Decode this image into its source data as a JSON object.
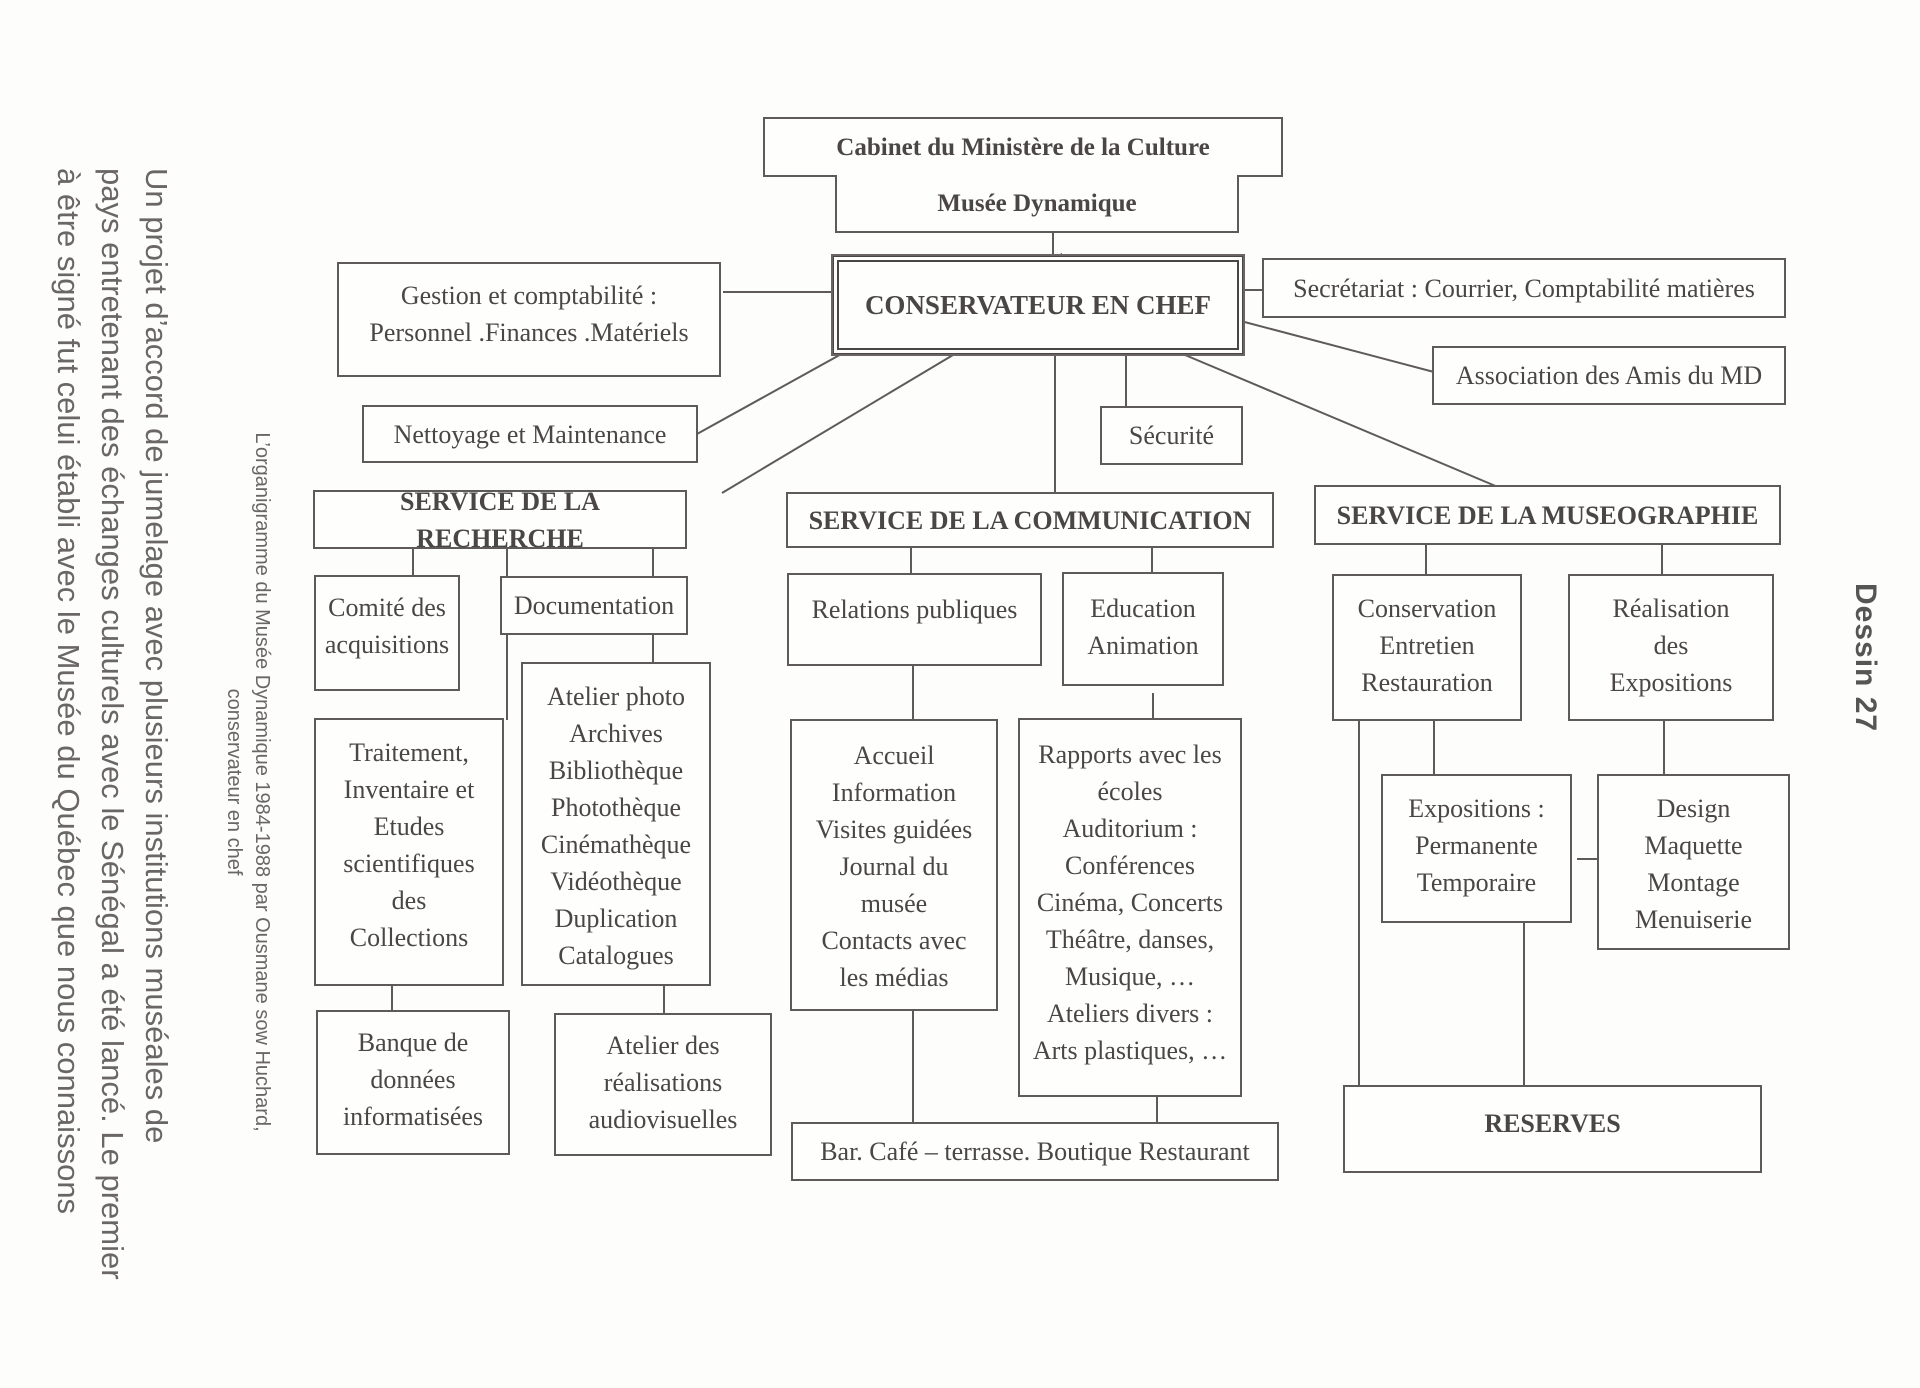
{
  "body_text": {
    "lines": [
      "Un projet d’accord de jumelage avec plusieurs institutions muséales de",
      "pays entretenant des échanges culturels avec le Sénégal a été lancé. Le premier",
      "à être signé fut celui établi avec le Musée du Québec que nous connaissons"
    ]
  },
  "caption": {
    "line1": "L’organigramme du Musée Dynamique 1984-1988 par Ousmane sow Huchard,",
    "line2": "conservateur en chef"
  },
  "figure_label": "Dessin 27",
  "org_chart": {
    "top": {
      "cabinet": "Cabinet du Ministère de la Culture",
      "musee": "Musée Dynamique",
      "chef": "CONSERVATEUR EN CHEF"
    },
    "staff": {
      "gestion": [
        "Gestion et comptabilité :",
        "Personnel .Finances .Matériels"
      ],
      "secretariat": "Secrétariat : Courrier, Comptabilité matières",
      "association": "Association des Amis du MD",
      "nettoyage": "Nettoyage et Maintenance",
      "securite": "Sécurité"
    },
    "recherche": {
      "title": "SERVICE DE LA RECHERCHE",
      "comite": [
        "Comité des",
        "acquisitions"
      ],
      "documentation": "Documentation",
      "traitement": [
        "Traitement,",
        "Inventaire et",
        "Etudes",
        "scientifiques",
        "des",
        "Collections"
      ],
      "ateliers_photo": [
        "Atelier photo",
        "Archives",
        "Bibliothèque",
        "Photothèque",
        "Cinémathèque",
        "Vidéothèque",
        "Duplication",
        "Catalogues"
      ],
      "banque": [
        "Banque de",
        "données",
        "informatisées"
      ],
      "atelier_av": [
        "Atelier des",
        "réalisations",
        "audiovisuelles"
      ]
    },
    "communication": {
      "title": "SERVICE DE LA COMMUNICATION",
      "relations": "Relations publiques",
      "education": [
        "Education",
        "Animation"
      ],
      "accueil": [
        "Accueil",
        "Information",
        "Visites guidées",
        "Journal du",
        "musée",
        "Contacts avec",
        "les médias"
      ],
      "rapports": [
        "Rapports avec les",
        "écoles",
        "Auditorium :",
        "Conférences",
        "Cinéma,  Concerts",
        "Théâtre, danses,",
        "Musique, …",
        "Ateliers divers :",
        "Arts plastiques, …"
      ],
      "bar": "Bar. Café – terrasse. Boutique  Restaurant"
    },
    "museographie": {
      "title": "SERVICE DE LA MUSEOGRAPHIE",
      "conservation": [
        "Conservation",
        "Entretien",
        "Restauration"
      ],
      "realisation": [
        "Réalisation",
        "des",
        "Expositions"
      ],
      "expositions": [
        "Expositions :",
        "Permanente",
        "Temporaire"
      ],
      "design": [
        "Design",
        "Maquette",
        "Montage",
        "Menuiserie"
      ],
      "reserves": "RESERVES"
    }
  }
}
